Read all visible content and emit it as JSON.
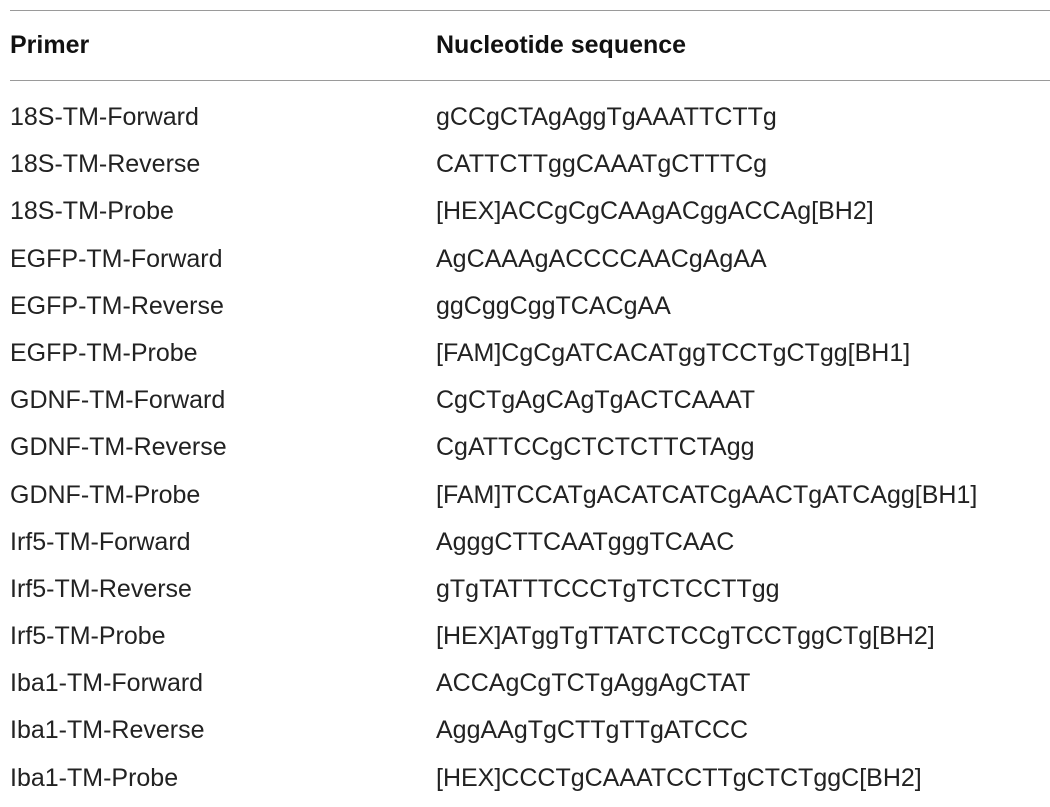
{
  "table": {
    "headers": {
      "primer": "Primer",
      "sequence": "Nucleotide sequence"
    },
    "rows": [
      {
        "primer": "18S-TM-Forward",
        "sequence": "gCCgCTAgAggTgAAATTCTTg"
      },
      {
        "primer": "18S-TM-Reverse",
        "sequence": "CATTCTTggCAAATgCTTTCg"
      },
      {
        "primer": "18S-TM-Probe",
        "sequence": "[HEX]ACCgCgCAAgACggACCAg[BH2]"
      },
      {
        "primer": "EGFP-TM-Forward",
        "sequence": "AgCAAAgACCCCAACgAgAA"
      },
      {
        "primer": "EGFP-TM-Reverse",
        "sequence": "ggCggCggTCACgAA"
      },
      {
        "primer": "EGFP-TM-Probe",
        "sequence": "[FAM]CgCgATCACATggTCCTgCTgg[BH1]"
      },
      {
        "primer": "GDNF-TM-Forward",
        "sequence": "CgCTgAgCAgTgACTCAAAT"
      },
      {
        "primer": "GDNF-TM-Reverse",
        "sequence": "CgATTCCgCTCTCTTCTAgg"
      },
      {
        "primer": "GDNF-TM-Probe",
        "sequence": "[FAM]TCCATgACATCATCgAACTgATCAgg[BH1]"
      },
      {
        "primer": "Irf5-TM-Forward",
        "sequence": "AgggCTTCAATgggTCAAC"
      },
      {
        "primer": "Irf5-TM-Reverse",
        "sequence": "gTgTATTTCCCTgTCTCCTTgg"
      },
      {
        "primer": "Irf5-TM-Probe",
        "sequence": "[HEX]ATggTgTTATCTCCgTCCTggCTg[BH2]"
      },
      {
        "primer": "Iba1-TM-Forward",
        "sequence": "ACCAgCgTCTgAggAgCTAT"
      },
      {
        "primer": "Iba1-TM-Reverse",
        "sequence": "AggAAgTgCTTgTTgATCCC"
      },
      {
        "primer": "Iba1-TM-Probe",
        "sequence": "[HEX]CCCTgCAAATCCTTgCTCTggC[BH2]"
      }
    ]
  }
}
